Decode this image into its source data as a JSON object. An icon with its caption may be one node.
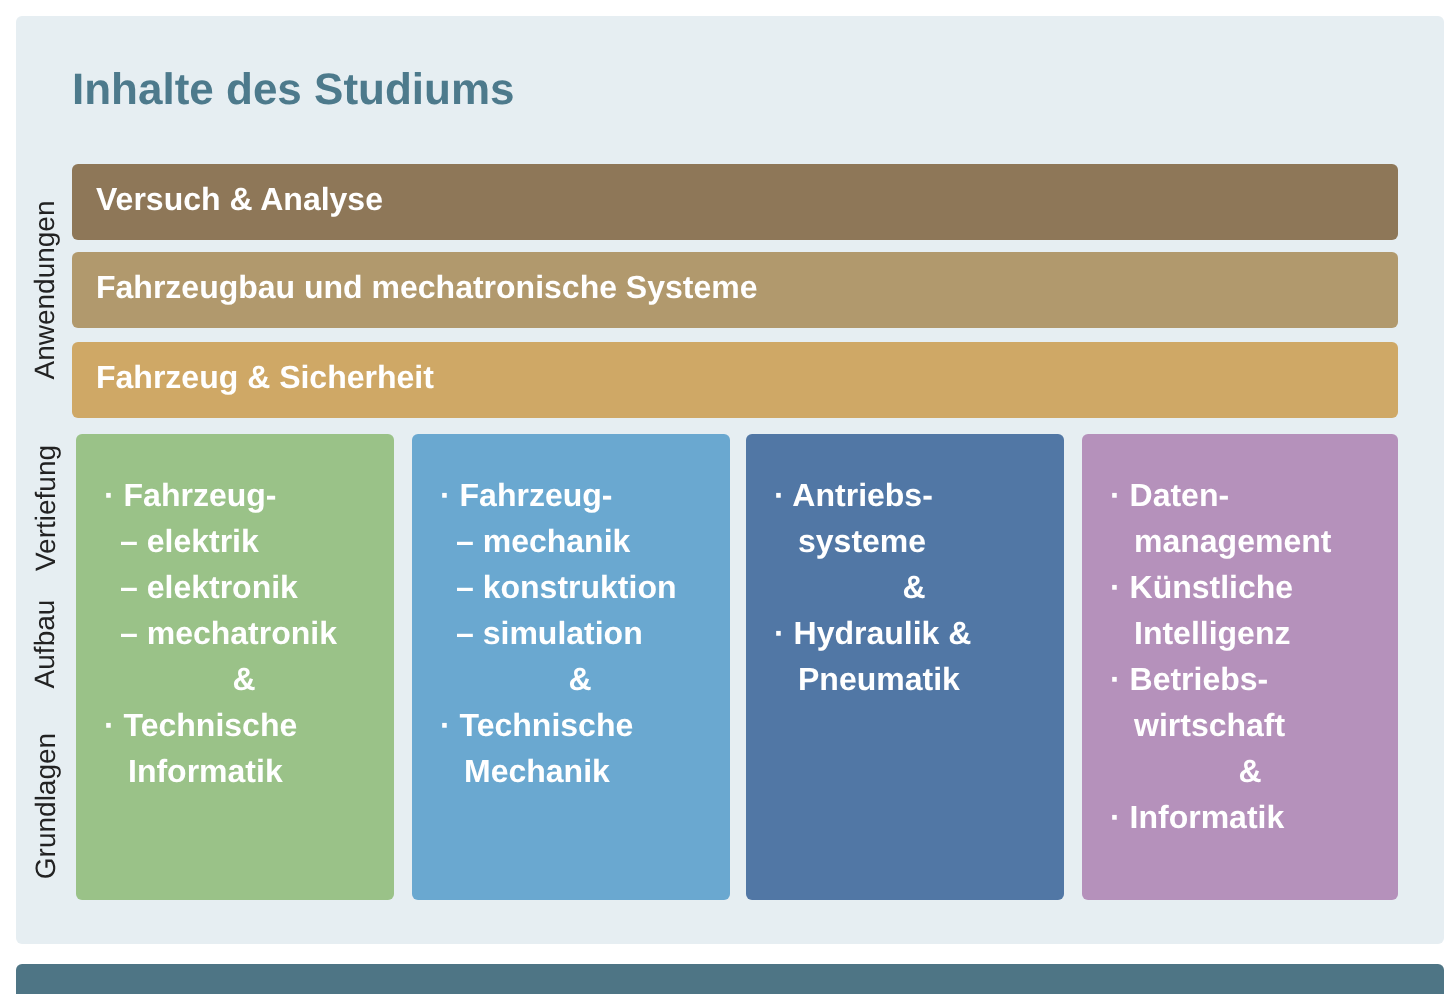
{
  "diagram": {
    "title": "Inhalte des Studiums",
    "nodes": [
      {
        "text": [
          "Versuch & Analyse"
        ]
      },
      {
        "text": [
          "Fahrzeugbau und mechatronische Systeme"
        ]
      },
      {
        "text": [
          "Fahrzeug & Sicherheit"
        ]
      },
      {
        "text": [
          "· Fahrzeug-",
          "– elektrik",
          "– elektronik",
          "– mechatronik",
          "&",
          "· Technische Informatik"
        ]
      },
      {
        "text": [
          "· Fahrzeug-",
          "– mechanik",
          "– konstruktion",
          "– simulation",
          "&",
          "· Technische Mechanik"
        ]
      },
      {
        "text": [
          "· Antriebs- systeme",
          "&",
          "· Hydraulik & Pneumatik"
        ]
      },
      {
        "text": [
          "· Daten- management",
          "· Künstliche Intelligenz",
          "· Betriebs- wirtschaft",
          "&",
          "· Informatik"
        ]
      }
    ],
    "labels": [
      "Anwendungen",
      "Vertiefung",
      "Aufbau",
      "Grundlagen"
    ]
  }
}
